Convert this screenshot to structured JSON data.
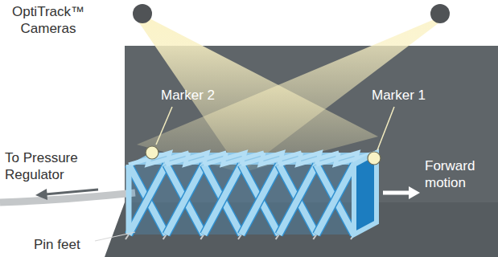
{
  "diagram": {
    "labels": [
      "OptiTrack™ Cameras",
      "Marker 2",
      "Marker 1",
      "To Pressure Regulator",
      "Forward motion",
      "Pin feet"
    ]
  }
}
